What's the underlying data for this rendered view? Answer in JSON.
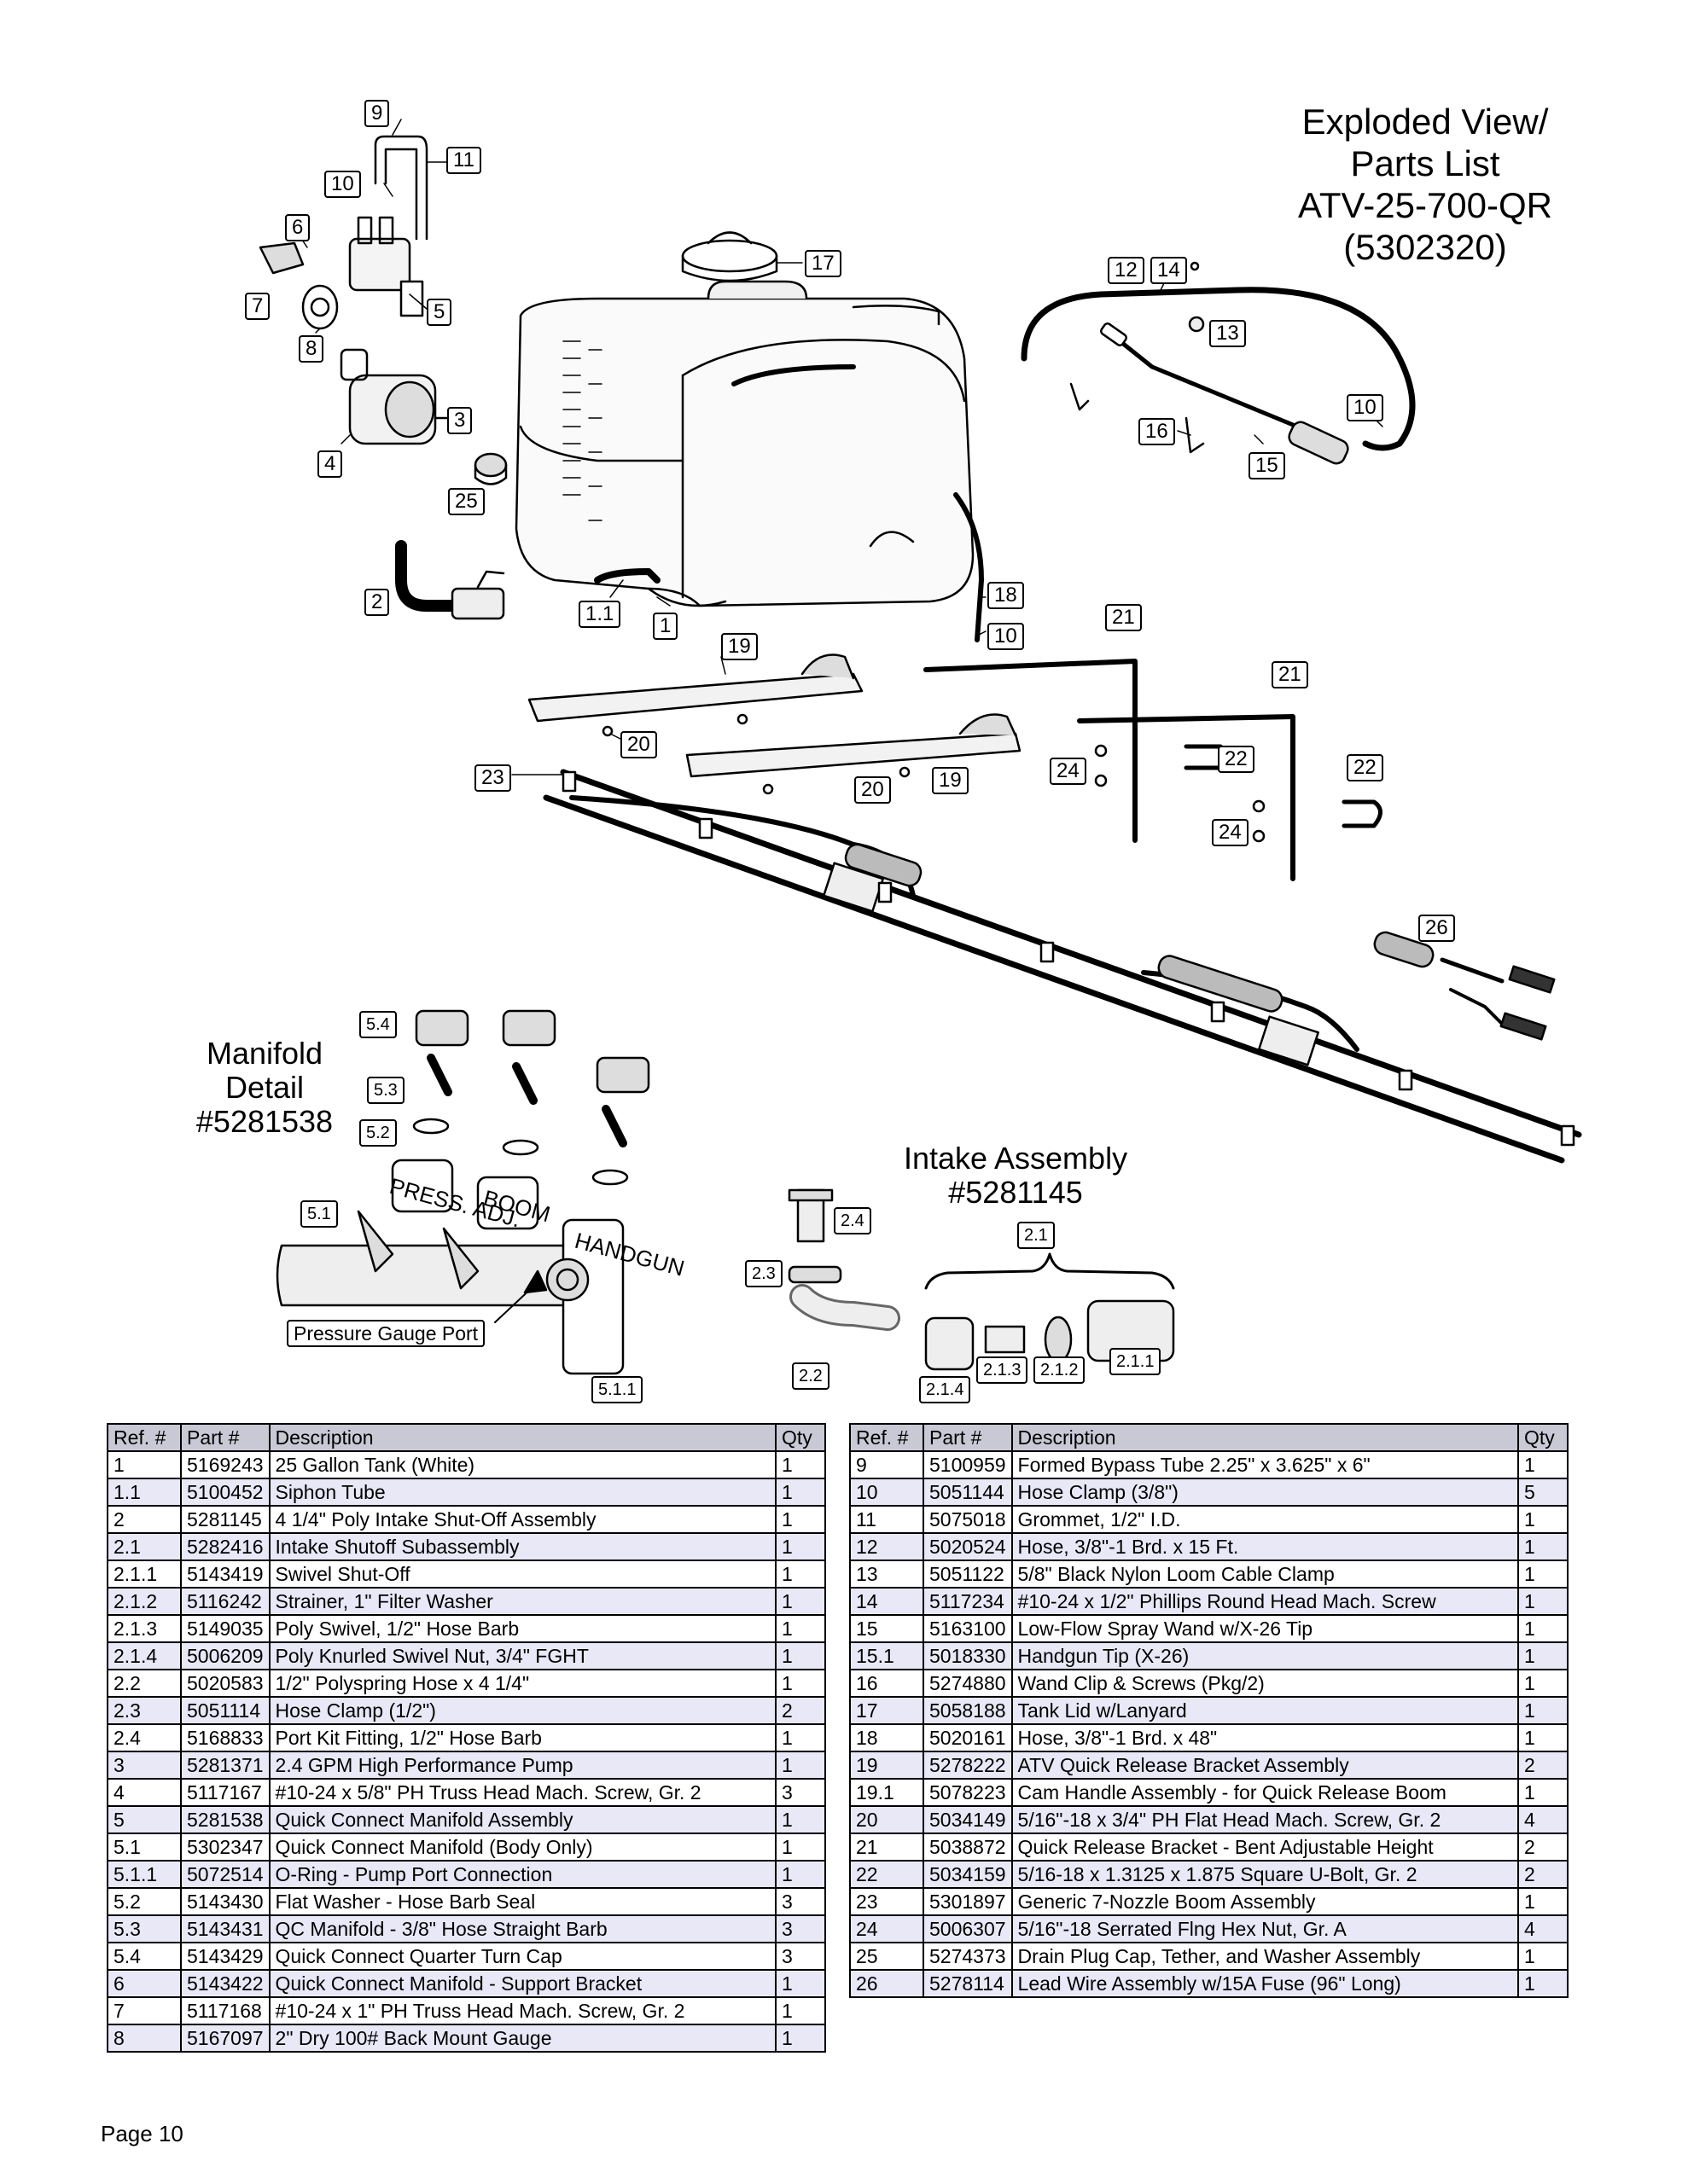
{
  "title": {
    "line1": "Exploded View/",
    "line2": "Parts List",
    "line3": "ATV-25-700-QR",
    "line4": "(5302320)"
  },
  "manifold_detail": {
    "line1": "Manifold",
    "line2": "Detail",
    "line3": "#5281538"
  },
  "intake_assembly": {
    "line1": "Intake Assembly",
    "line2": "#5281145"
  },
  "pressure_gauge_port": "Pressure Gauge Port",
  "callouts": {
    "c9": "9",
    "c10a": "10",
    "c11": "11",
    "c6": "6",
    "c7": "7",
    "c5": "5",
    "c8": "8",
    "c3": "3",
    "c4": "4",
    "c25": "25",
    "c2": "2",
    "c17": "17",
    "c12": "12",
    "c14": "14",
    "c13": "13",
    "c10b": "10",
    "c16": "16",
    "c15": "15",
    "c1_1": "1.1",
    "c1": "1",
    "c18": "18",
    "c10c": "10",
    "c21a": "21",
    "c19a": "19",
    "c21b": "21",
    "c20a": "20",
    "c23": "23",
    "c24a": "24",
    "c22a": "22",
    "c22b": "22",
    "c20b": "20",
    "c19b": "19",
    "c24b": "24",
    "c26": "26",
    "c5_4": "5.4",
    "c5_3": "5.3",
    "c5_2": "5.2",
    "c5_1": "5.1",
    "c5_1_1": "5.1.1",
    "c2_4": "2.4",
    "c2_3": "2.3",
    "c2_2": "2.2",
    "c2_1": "2.1",
    "c2_1_4": "2.1.4",
    "c2_1_3": "2.1.3",
    "c2_1_2": "2.1.2",
    "c2_1_1": "2.1.1"
  },
  "manifold_labels": {
    "press_adj": "PRESS. ADJ.",
    "boom": "BOOM",
    "handgun": "HANDGUN"
  },
  "columns": [
    "Ref. #",
    "Part #",
    "Description",
    "Qty"
  ],
  "table_left": [
    [
      "1",
      "5169243",
      "25 Gallon Tank (White)",
      "1"
    ],
    [
      "1.1",
      "5100452",
      "Siphon Tube",
      "1"
    ],
    [
      "2",
      "5281145",
      "4 1/4\" Poly Intake Shut-Off Assembly",
      "1"
    ],
    [
      "2.1",
      "5282416",
      "Intake Shutoff Subassembly",
      "1"
    ],
    [
      "2.1.1",
      "5143419",
      "Swivel Shut-Off",
      "1"
    ],
    [
      "2.1.2",
      "5116242",
      "Strainer, 1\" Filter Washer",
      "1"
    ],
    [
      "2.1.3",
      "5149035",
      "Poly Swivel, 1/2\" Hose Barb",
      "1"
    ],
    [
      "2.1.4",
      "5006209",
      "Poly Knurled Swivel Nut, 3/4\" FGHT",
      "1"
    ],
    [
      "2.2",
      "5020583",
      "1/2\" Polyspring Hose x 4 1/4\"",
      "1"
    ],
    [
      "2.3",
      "5051114",
      "Hose Clamp (1/2\")",
      "2"
    ],
    [
      "2.4",
      "5168833",
      "Port Kit Fitting, 1/2\" Hose Barb",
      "1"
    ],
    [
      "3",
      "5281371",
      "2.4 GPM High Performance Pump",
      "1"
    ],
    [
      "4",
      "5117167",
      "#10-24 x 5/8\" PH Truss Head Mach. Screw, Gr. 2",
      "3"
    ],
    [
      "5",
      "5281538",
      "Quick Connect Manifold Assembly",
      "1"
    ],
    [
      "5.1",
      "5302347",
      "Quick Connect Manifold (Body Only)",
      "1"
    ],
    [
      "5.1.1",
      "5072514",
      "O-Ring - Pump Port Connection",
      "1"
    ],
    [
      "5.2",
      "5143430",
      "Flat Washer - Hose Barb Seal",
      "3"
    ],
    [
      "5.3",
      "5143431",
      "QC Manifold - 3/8\" Hose Straight Barb",
      "3"
    ],
    [
      "5.4",
      "5143429",
      "Quick Connect Quarter Turn Cap",
      "3"
    ],
    [
      "6",
      "5143422",
      "Quick Connect Manifold - Support Bracket",
      "1"
    ],
    [
      "7",
      "5117168",
      "#10-24 x 1\" PH Truss Head Mach. Screw, Gr. 2",
      "1"
    ],
    [
      "8",
      "5167097",
      "2\" Dry 100# Back Mount Gauge",
      "1"
    ]
  ],
  "table_right": [
    [
      "9",
      "5100959",
      "Formed Bypass Tube 2.25\" x 3.625\" x 6\"",
      "1"
    ],
    [
      "10",
      "5051144",
      "Hose Clamp (3/8\")",
      "5"
    ],
    [
      "11",
      "5075018",
      "Grommet, 1/2\" I.D.",
      "1"
    ],
    [
      "12",
      "5020524",
      "Hose, 3/8\"-1 Brd. x 15 Ft.",
      "1"
    ],
    [
      "13",
      "5051122",
      "5/8\" Black Nylon Loom Cable Clamp",
      "1"
    ],
    [
      "14",
      "5117234",
      "#10-24 x 1/2\" Phillips Round Head Mach. Screw",
      "1"
    ],
    [
      "15",
      "5163100",
      "Low-Flow Spray Wand w/X-26 Tip",
      "1"
    ],
    [
      "15.1",
      "5018330",
      "Handgun Tip (X-26)",
      "1"
    ],
    [
      "16",
      "5274880",
      "Wand Clip & Screws (Pkg/2)",
      "1"
    ],
    [
      "17",
      "5058188",
      "Tank Lid w/Lanyard",
      "1"
    ],
    [
      "18",
      "5020161",
      "Hose, 3/8\"-1 Brd. x 48\"",
      "1"
    ],
    [
      "19",
      "5278222",
      "ATV Quick Release Bracket Assembly",
      "2"
    ],
    [
      "19.1",
      "5078223",
      "Cam Handle Assembly - for Quick Release Boom",
      "1"
    ],
    [
      "20",
      "5034149",
      "5/16\"-18 x 3/4\" PH Flat Head Mach. Screw, Gr. 2",
      "4"
    ],
    [
      "21",
      "5038872",
      "Quick Release Bracket - Bent Adjustable Height",
      "2"
    ],
    [
      "22",
      "5034159",
      "5/16-18 x 1.3125 x 1.875  Square U-Bolt, Gr. 2",
      "2"
    ],
    [
      "23",
      "5301897",
      "Generic 7-Nozzle Boom Assembly",
      "1"
    ],
    [
      "24",
      "5006307",
      "5/16\"-18 Serrated Flng Hex Nut, Gr. A",
      "4"
    ],
    [
      "25",
      "5274373",
      "Drain Plug Cap, Tether, and Washer Assembly",
      "1"
    ],
    [
      "26",
      "5278114",
      "Lead Wire Assembly w/15A Fuse (96\" Long)",
      "1"
    ]
  ],
  "page_label": "Page 10"
}
